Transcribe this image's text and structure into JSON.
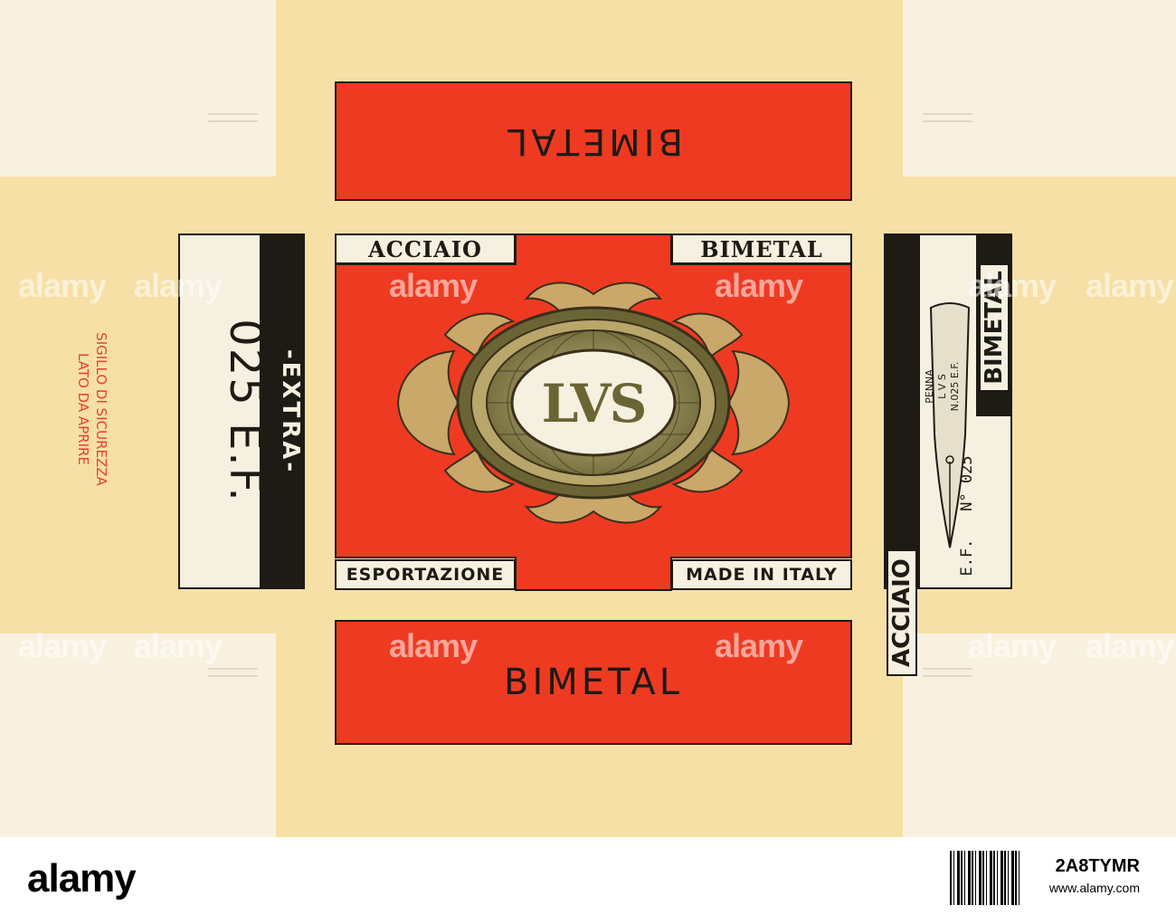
{
  "package": {
    "top_panel_text": "BIMETAL",
    "bottom_panel_text": "BIMETAL",
    "tag_top_left": "ACCIAIO",
    "tag_top_right": "BIMETAL",
    "tag_bottom_left": "ESPORTAZIONE",
    "tag_bottom_right": "MADE IN ITALY",
    "emblem_monogram": "LVS",
    "left_label_extra": "-EXTRA-",
    "left_label_code": "025 E.F.",
    "seal_line1": "SIGILLO DI SICUREZZA",
    "seal_line2": "LATO DA APRIRE",
    "right_label_acciaio": "ACCIAIO",
    "right_label_bimetal": "BIMETAL",
    "right_label_number": "E.F.   N° 025",
    "nib_line1": "PENNA",
    "nib_line2": "L V S",
    "nib_line3": "N.025 E.F."
  },
  "watermark": {
    "text": "alamy"
  },
  "footer": {
    "logo": "alamy",
    "image_id": "2A8TYMR",
    "url": "www.alamy.com"
  },
  "colors": {
    "background_yellow": "#f6e0a6",
    "red": "#ef3a22",
    "ink": "#1e1a14",
    "cream": "#f6f0e0",
    "seal_text": "#e8402a"
  }
}
